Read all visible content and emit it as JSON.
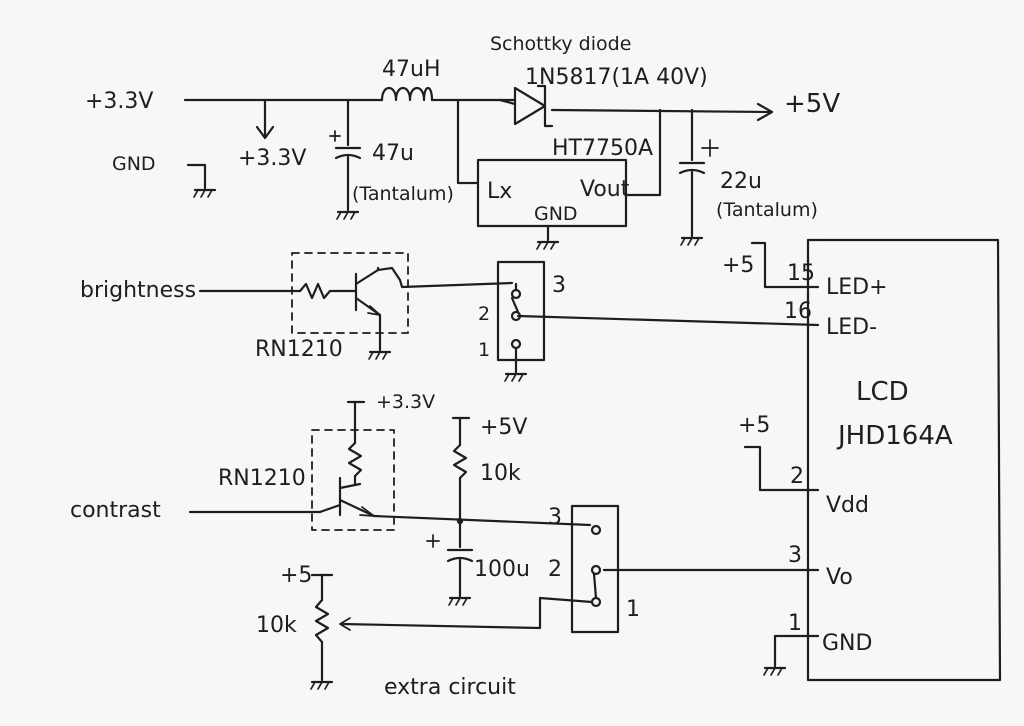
{
  "title": "Schottky diode",
  "labels": {
    "diode_part": "1N5817(1A 40V)",
    "inductor": "47uH",
    "input_supply": "+3.3V",
    "input_tap": "+3.3V",
    "gnd_input": "GND",
    "cap_in_value": "47u",
    "cap_in_type": "(Tantalum)",
    "regulator": "HT7750A",
    "reg_lx": "Lx",
    "reg_vout": "Vout",
    "reg_gnd": "GND",
    "output_supply": "+5V",
    "cap_out_value": "22u",
    "cap_out_type": "(Tantalum)",
    "led_supply": "+5",
    "pin15": "15",
    "pin16": "16",
    "led_plus": "LED+",
    "led_minus": "LED-",
    "brightness": "brightness",
    "rn1210_top": "RN1210",
    "switch1_pin3": "3",
    "switch1_pin2": "2",
    "switch1_pin1": "1",
    "lcd_name": "LCD",
    "lcd_model": "JHD164A",
    "vdd_supply": "+5",
    "pin2": "2",
    "vdd": "Vdd",
    "pin3": "3",
    "vo": "Vo",
    "pin1": "1",
    "lcd_gnd": "GND",
    "contrast_supply33": "+3.3V",
    "contrast_supply5": "+5V",
    "r10k_top": "10k",
    "rn1210_bottom": "RN1210",
    "contrast": "contrast",
    "cap100_value": "100u",
    "switch2_pin3": "3",
    "switch2_pin2": "2",
    "switch2_pin1": "1",
    "pot_supply": "+5",
    "pot_value": "10k",
    "extra": "extra circuit"
  }
}
